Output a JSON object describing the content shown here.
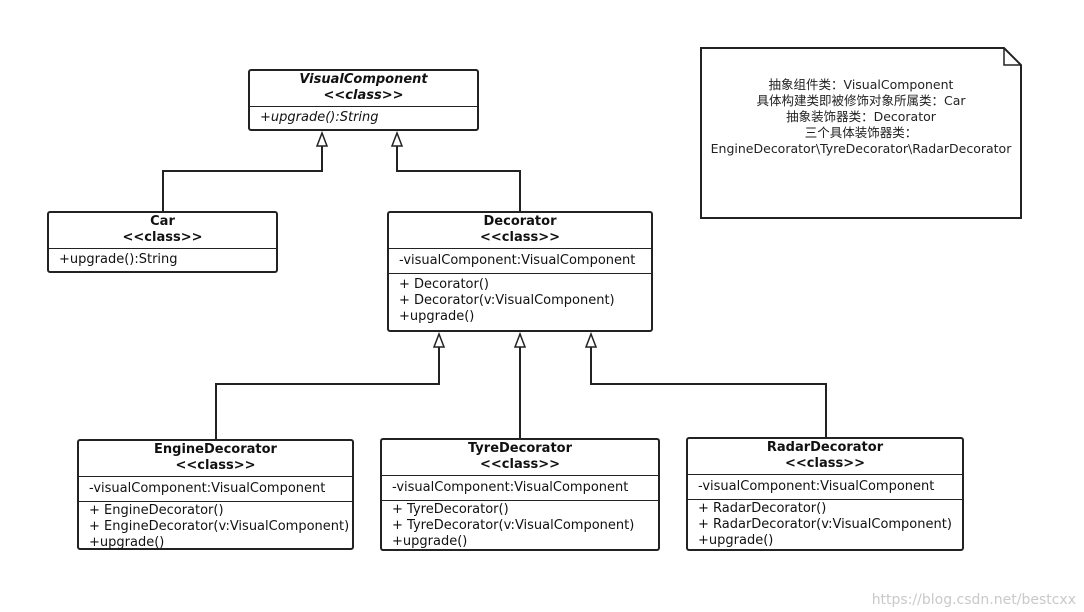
{
  "classes": {
    "visual_component": {
      "name": "VisualComponent",
      "stereotype": "<<class>>",
      "methods": [
        "+upgrade():String"
      ]
    },
    "car": {
      "name": "Car",
      "stereotype": "<<class>>",
      "methods": [
        "+upgrade():String"
      ]
    },
    "decorator": {
      "name": "Decorator",
      "stereotype": "<<class>>",
      "attributes": [
        "-visualComponent:VisualComponent"
      ],
      "methods": [
        "+ Decorator()",
        "+ Decorator(v:VisualComponent)",
        "+upgrade()"
      ]
    },
    "engine_decorator": {
      "name": "EngineDecorator",
      "stereotype": "<<class>>",
      "attributes": [
        "-visualComponent:VisualComponent"
      ],
      "methods": [
        "+ EngineDecorator()",
        "+ EngineDecorator(v:VisualComponent)",
        "+upgrade()"
      ]
    },
    "tyre_decorator": {
      "name": "TyreDecorator",
      "stereotype": "<<class>>",
      "attributes": [
        "-visualComponent:VisualComponent"
      ],
      "methods": [
        "+ TyreDecorator()",
        "+ TyreDecorator(v:VisualComponent)",
        "+upgrade()"
      ]
    },
    "radar_decorator": {
      "name": "RadarDecorator",
      "stereotype": "<<class>>",
      "attributes": [
        "-visualComponent:VisualComponent"
      ],
      "methods": [
        "+ RadarDecorator()",
        "+ RadarDecorator(v:VisualComponent)",
        "+upgrade()"
      ]
    }
  },
  "note": {
    "lines": [
      "抽象组件类：VisualComponent",
      "具体构建类即被修饰对象所属类：Car",
      "抽象装饰器类：Decorator",
      "三个具体装饰器类：",
      "EngineDecorator\\TyreDecorator\\RadarDecorator"
    ]
  },
  "watermark": "https://blog.csdn.net/bestcxx",
  "colors": {
    "line": "#222222",
    "background": "#ffffff",
    "watermark": "#c9c9c9"
  }
}
